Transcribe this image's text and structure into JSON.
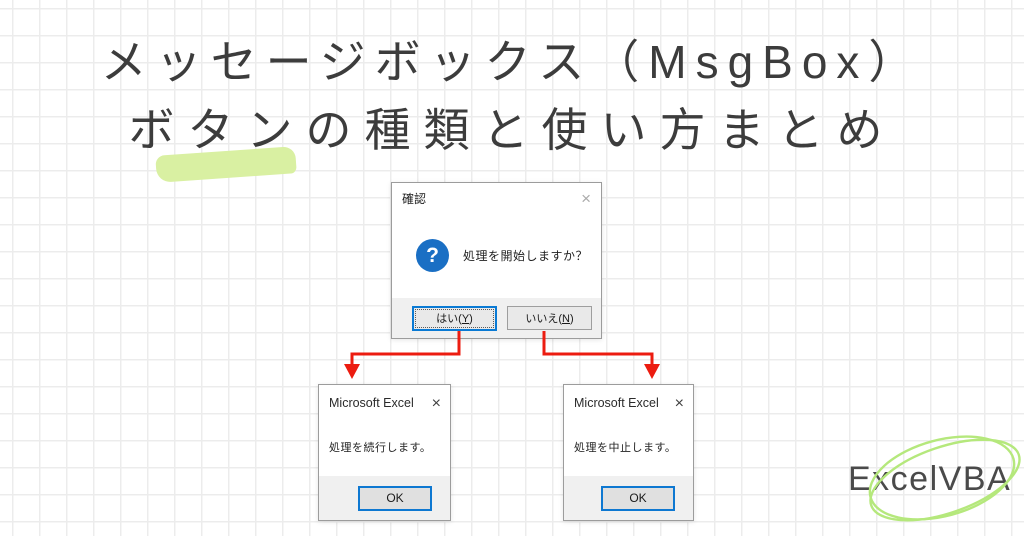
{
  "title": {
    "line1": "メッセージボックス（MsgBox）",
    "line2": "ボタンの種類と使い方まとめ"
  },
  "confirm_dialog": {
    "title": "確認",
    "close_icon": "×",
    "question_mark": "?",
    "message": "処理を開始しますか？",
    "yes_button": {
      "pre": "はい(",
      "key": "Y",
      "post": ")"
    },
    "no_button": {
      "pre": "いいえ(",
      "key": "N",
      "post": ")"
    }
  },
  "result_dialogs": [
    {
      "title": "Microsoft Excel",
      "close_icon": "×",
      "message": "処理を続行します。",
      "ok_label": "OK"
    },
    {
      "title": "Microsoft Excel",
      "close_icon": "×",
      "message": "処理を中止します。",
      "ok_label": "OK"
    }
  ],
  "logo": {
    "text": "ExcelVBA"
  },
  "colors": {
    "title_text": "#3c3c3c",
    "highlight_green": "#d9f0a2",
    "question_blue": "#1a6fc4",
    "focus_blue": "#0a7ad4",
    "arrow_red": "#ec1c10",
    "ellipse_green": "#b5e87c",
    "footer_gray": "#f0f0f0"
  }
}
